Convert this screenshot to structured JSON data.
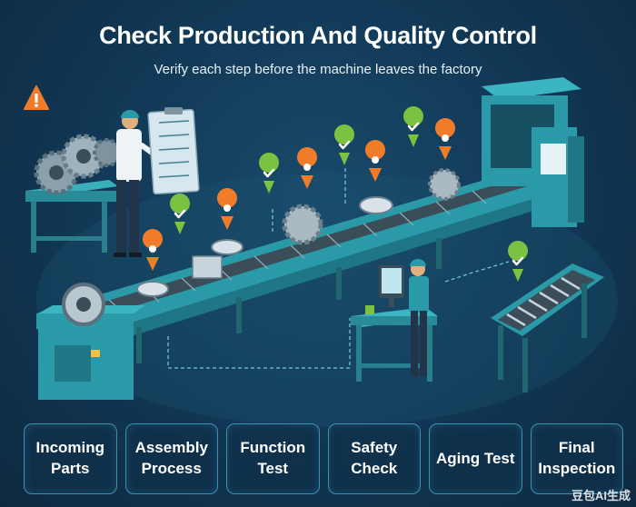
{
  "header": {
    "title": "Check Production And Quality Control",
    "subtitle": "Verify each step before the machine leaves the factory"
  },
  "steps": [
    {
      "label": "Incoming Parts"
    },
    {
      "label": "Assembly Process"
    },
    {
      "label": "Function Test"
    },
    {
      "label": "Safety Check"
    },
    {
      "label": "Aging Test"
    },
    {
      "label": "Final Inspection"
    }
  ],
  "watermark": "豆包AI生成",
  "colors": {
    "background": "#123a58",
    "machine_teal": "#2a9aa8",
    "check_green": "#7cc242",
    "alert_orange": "#f07c2a",
    "box_border": "#3f8fb0"
  },
  "icons": [
    "warning-icon",
    "check-pin-icon",
    "alert-pin-icon",
    "gear-icon",
    "clipboard-icon",
    "monitor-icon",
    "worker-icon"
  ]
}
